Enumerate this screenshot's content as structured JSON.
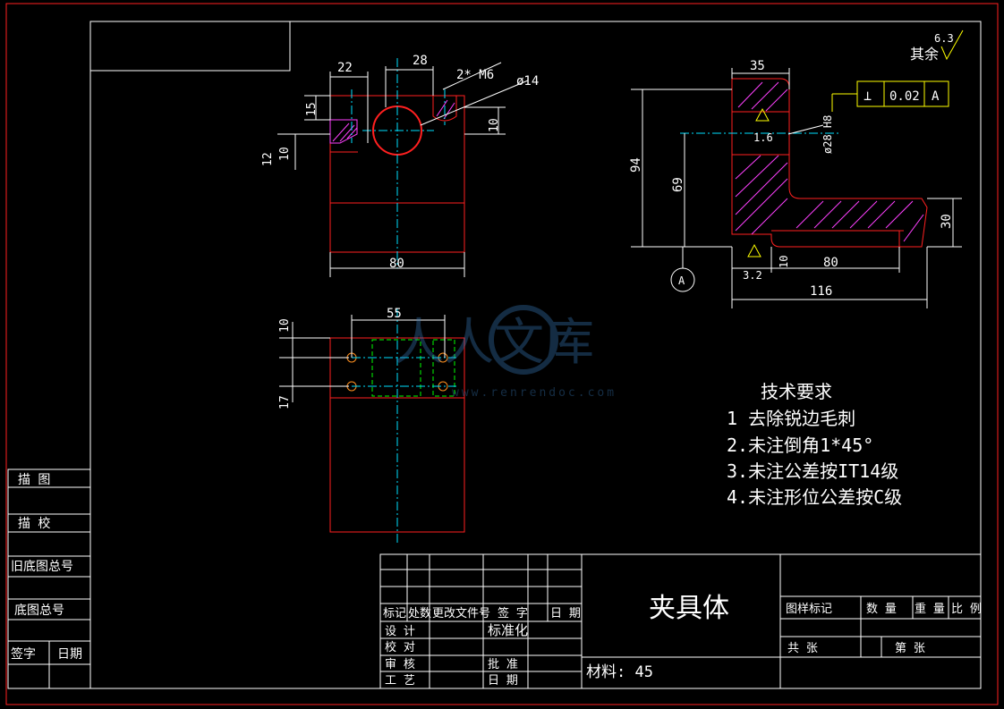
{
  "drawing": {
    "part_name": "夹具体",
    "material": "材料: 45",
    "surface_finish_other": "其余",
    "surface_finish_other_value": "6.3",
    "datum_label": "A",
    "tolerance_frame": {
      "symbol": "⊥",
      "value": "0.02",
      "datum": "A"
    },
    "bore_label": "ø28 H8",
    "roughness_bore": "1.6",
    "roughness_base": "3.2"
  },
  "tech_requirements": {
    "title": "技术要求",
    "items": [
      "1 去除锐边毛刺",
      "2.未注倒角1*45°",
      "3.未注公差按IT14级",
      "4.未注形位公差按C级"
    ]
  },
  "dimensions": {
    "front_22": "22",
    "front_28": "28",
    "front_thread": "2* M6",
    "front_dia14": "ø14",
    "front_15": "15",
    "front_12": "12",
    "front_10a": "10",
    "front_10b": "10",
    "front_80": "80",
    "top_55": "55",
    "top_10": "10",
    "top_17": "17",
    "side_35": "35",
    "side_94": "94",
    "side_69": "69",
    "side_30": "30",
    "side_10": "10",
    "side_80": "80",
    "side_116": "116"
  },
  "left_strip": {
    "cells": [
      "描  图",
      "描  校",
      "旧底图总号",
      "底图总号",
      "签字",
      "日期"
    ]
  },
  "title_block": {
    "header_row": [
      "标记",
      "处数",
      "更改文件号",
      "签 字",
      "日 期"
    ],
    "design": "设 计",
    "standardize": "标准化",
    "proofread": "校 对",
    "review": "审 核",
    "approve": "批 准",
    "process": "工 艺",
    "date": "日 期",
    "stage_mark": "图样标记",
    "quantity": "数 量",
    "weight": "重 量",
    "scale": "比 例",
    "total_sheets": "共    张",
    "sheet_no": "第    张"
  },
  "watermark": {
    "text": "人人文库",
    "url": "www.renrendoc.com"
  },
  "colors": {
    "background": "#000000",
    "line": "#ffffff",
    "outline": "#ff2020",
    "center": "#00e0ff",
    "hatch": "#ff40ff",
    "hidden": "#00ff00",
    "tolerance": "#ffff00"
  }
}
